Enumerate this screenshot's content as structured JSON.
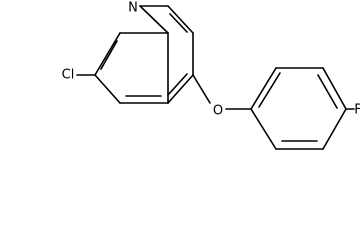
{
  "molecule": {
    "atoms": {
      "nitrogen": "N",
      "chlorine": "Cl",
      "oxygen": "O",
      "fluorine": "F"
    }
  }
}
